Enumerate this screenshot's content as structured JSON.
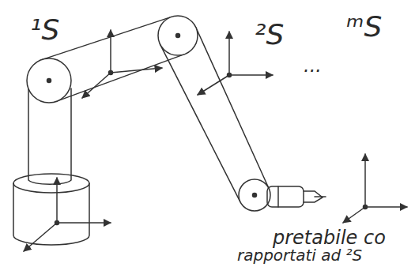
{
  "diagram": {
    "labels": [
      "¹S",
      "²S",
      "...",
      "ᵐS",
      "pretabile co",
      "rapportati ad ²S"
    ]
  }
}
